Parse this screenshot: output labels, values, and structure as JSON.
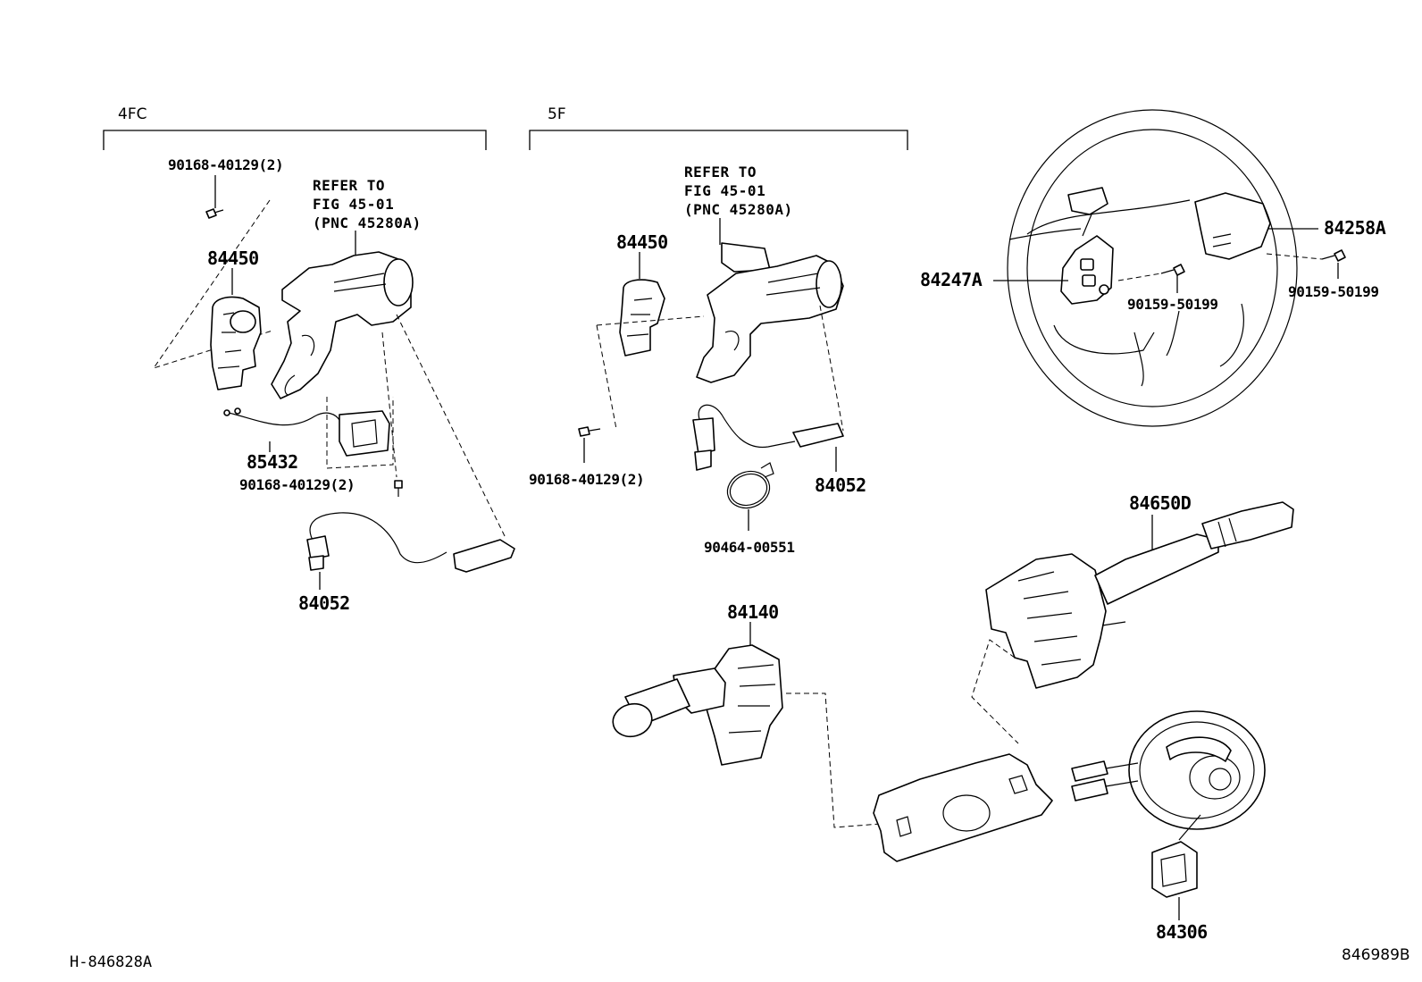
{
  "groups": {
    "left": "4FC",
    "right": "5F"
  },
  "refer": {
    "line1": "REFER TO",
    "line2": "FIG 45-01",
    "line3": "(PNC 45280A)"
  },
  "labels": {
    "l_screw_top": "90168-40129(2)",
    "l_84450": "84450",
    "l_85432": "85432",
    "l_screw_bottom": "90168-40129(2)",
    "l_84052": "84052",
    "r_84450": "84450",
    "r_screw": "90168-40129(2)",
    "r_84052": "84052",
    "r_90464": "90464-00551",
    "p_84140": "84140",
    "p_84650D": "84650D",
    "p_84306": "84306",
    "w_84247A": "84247A",
    "w_84258A": "84258A",
    "w_screw_left": "90159-50199",
    "w_screw_right": "90159-50199"
  },
  "footer": {
    "left_code": "H-846828A",
    "right_code": "846989B"
  }
}
